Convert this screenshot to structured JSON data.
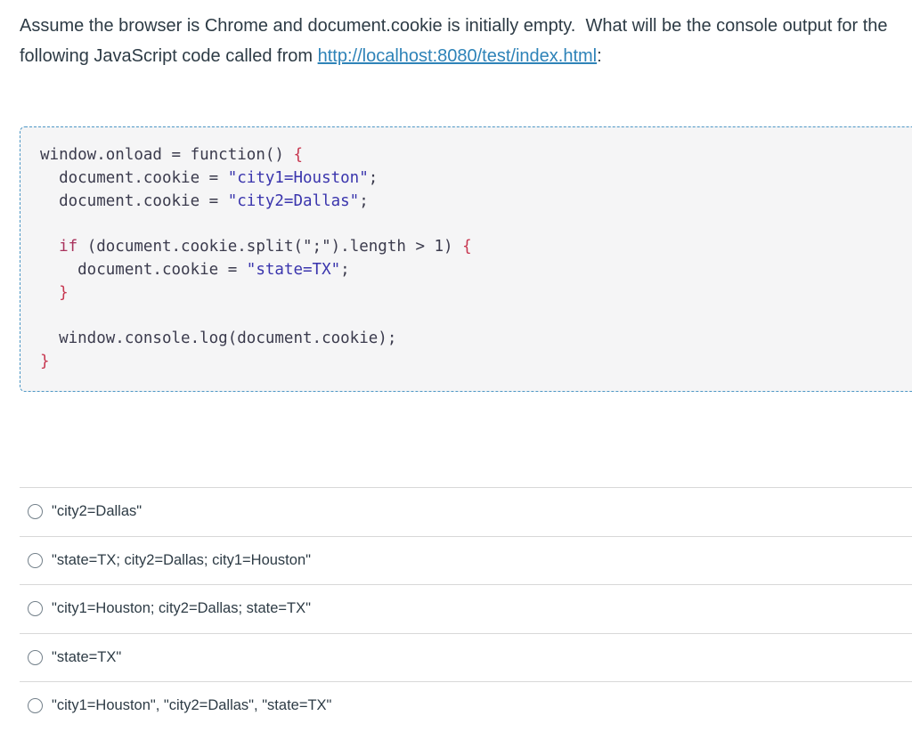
{
  "question": {
    "text_before": "Assume the browser is Chrome and document.cookie is initially empty.  What will be the console output for the following JavaScript code called from ",
    "link_text": "http://localhost:8080/test/index.html",
    "text_after": ":"
  },
  "code_block": {
    "lines": [
      [
        {
          "t": "window.onload = function() ",
          "c": "plain"
        },
        {
          "t": "{",
          "c": "brace"
        }
      ],
      [
        {
          "t": "  document.cookie = ",
          "c": "plain"
        },
        {
          "t": "\"city1=Houston\"",
          "c": "string"
        },
        {
          "t": ";",
          "c": "plain"
        }
      ],
      [
        {
          "t": "  document.cookie = ",
          "c": "plain"
        },
        {
          "t": "\"city2=Dallas\"",
          "c": "string"
        },
        {
          "t": ";",
          "c": "plain"
        }
      ],
      [],
      [
        {
          "t": "  ",
          "c": "plain"
        },
        {
          "t": "if",
          "c": "keyword"
        },
        {
          "t": " (document.cookie.split(\";\").length > 1) ",
          "c": "plain"
        },
        {
          "t": "{",
          "c": "brace"
        }
      ],
      [
        {
          "t": "    document.cookie = ",
          "c": "plain"
        },
        {
          "t": "\"state=TX\"",
          "c": "string"
        },
        {
          "t": ";",
          "c": "plain"
        }
      ],
      [
        {
          "t": "  ",
          "c": "plain"
        },
        {
          "t": "}",
          "c": "brace"
        }
      ],
      [],
      [
        {
          "t": "  window.console.log(document.cookie);",
          "c": "plain"
        }
      ],
      [
        {
          "t": "}",
          "c": "brace"
        }
      ]
    ],
    "colors": {
      "plain": "#3b3b4d",
      "keyword": "#a9325d",
      "brace": "#c7364f",
      "string": "#3a35ad",
      "border": "#4d97c5",
      "background": "#f5f5f6"
    }
  },
  "link_color": "#2e83b8",
  "divider_color": "#d8d8d8",
  "options": [
    {
      "label": "\"city2=Dallas\"",
      "selected": false
    },
    {
      "label": "\"state=TX; city2=Dallas; city1=Houston\"",
      "selected": false
    },
    {
      "label": "\"city1=Houston; city2=Dallas; state=TX\"",
      "selected": false
    },
    {
      "label": "\"state=TX\"",
      "selected": false
    },
    {
      "label": "\"city1=Houston\", \"city2=Dallas\", \"state=TX\"",
      "selected": false
    }
  ]
}
